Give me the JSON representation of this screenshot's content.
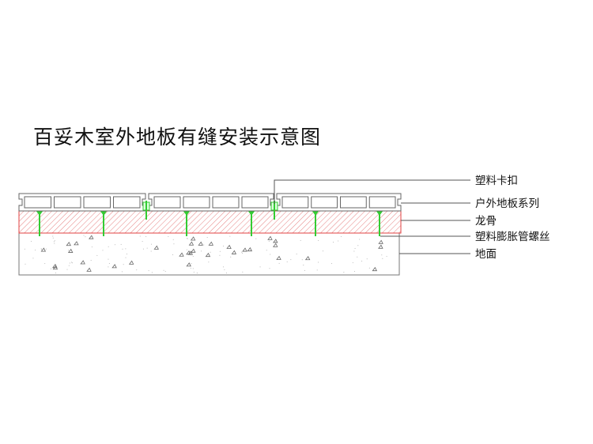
{
  "title": "百妥木室外地板有缝安装示意图",
  "labels": {
    "clip": "塑料卡扣",
    "board": "户外地板系列",
    "joist": "龙骨",
    "screw": "塑料膨胀管螺丝",
    "ground": "地面"
  },
  "colors": {
    "joist_hatch": "#e05050",
    "screw": "#33cc33",
    "line": "#555555"
  }
}
